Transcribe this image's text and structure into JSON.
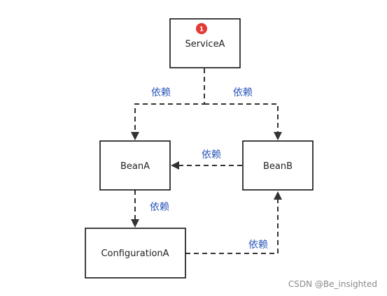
{
  "colors": {
    "edge_label": "#2a56b8",
    "badge": "#e53935",
    "line": "#333333",
    "watermark": "#8a8a8a"
  },
  "nodes": {
    "service_a": {
      "label": "ServiceA",
      "badge": "1"
    },
    "bean_a": {
      "label": "BeanA"
    },
    "bean_b": {
      "label": "BeanB"
    },
    "configuration_a": {
      "label": "ConfigurationA"
    }
  },
  "edges": {
    "service_a_to_bean_a": {
      "label": "依赖"
    },
    "service_a_to_bean_b": {
      "label": "依赖"
    },
    "bean_b_to_bean_a": {
      "label": "依赖"
    },
    "bean_a_to_configuration_a": {
      "label": "依赖"
    },
    "configuration_a_to_bean_b": {
      "label": "依赖"
    }
  },
  "watermark": "CSDN @Be_insighted"
}
